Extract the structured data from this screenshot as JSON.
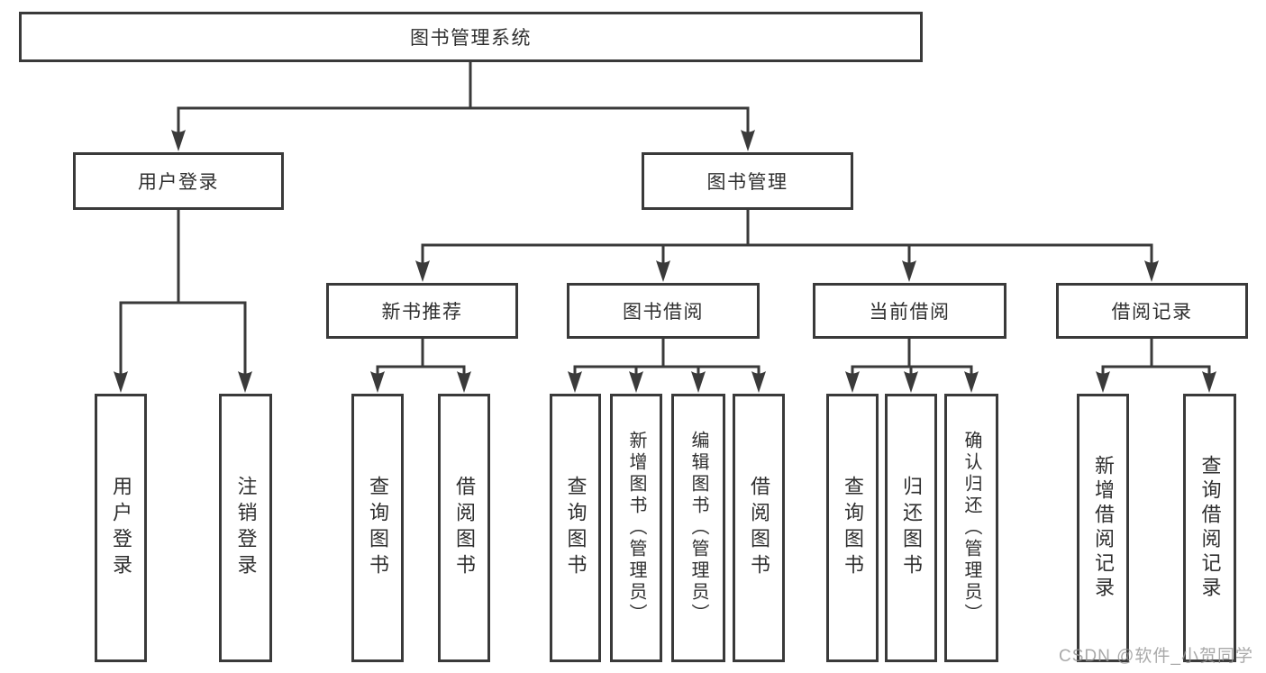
{
  "nodes": {
    "root": {
      "label": "图书管理系统"
    },
    "user_login": {
      "label": "用户登录"
    },
    "book_mgmt": {
      "label": "图书管理"
    },
    "new_book_rec": {
      "label": "新书推荐"
    },
    "book_borrow": {
      "label": "图书借阅"
    },
    "current_borrow": {
      "label": "当前借阅"
    },
    "borrow_record": {
      "label": "借阅记录"
    },
    "leaf_user_login": {
      "label": "用户登录"
    },
    "leaf_logout": {
      "label": "注销登录"
    },
    "leaf_nb_query": {
      "label": "查询图书"
    },
    "leaf_nb_borrow": {
      "label": "借阅图书"
    },
    "leaf_bb_query": {
      "label": "查询图书"
    },
    "leaf_bb_add": {
      "label": "新增图书（管理员）"
    },
    "leaf_bb_edit": {
      "label": "编辑图书（管理员）"
    },
    "leaf_bb_borrow": {
      "label": "借阅图书"
    },
    "leaf_cb_query": {
      "label": "查询图书"
    },
    "leaf_cb_return": {
      "label": "归还图书"
    },
    "leaf_cb_confirm": {
      "label": "确认归还（管理员）"
    },
    "leaf_br_add": {
      "label": "新增借阅记录"
    },
    "leaf_br_query": {
      "label": "查询借阅记录"
    }
  },
  "hierarchy": {
    "root": [
      "user_login",
      "book_mgmt"
    ],
    "user_login": [
      "leaf_user_login",
      "leaf_logout"
    ],
    "book_mgmt": [
      "new_book_rec",
      "book_borrow",
      "current_borrow",
      "borrow_record"
    ],
    "new_book_rec": [
      "leaf_nb_query",
      "leaf_nb_borrow"
    ],
    "book_borrow": [
      "leaf_bb_query",
      "leaf_bb_add",
      "leaf_bb_edit",
      "leaf_bb_borrow"
    ],
    "current_borrow": [
      "leaf_cb_query",
      "leaf_cb_return",
      "leaf_cb_confirm"
    ],
    "borrow_record": [
      "leaf_br_add",
      "leaf_br_query"
    ]
  },
  "colors": {
    "line": "#3a3a3a",
    "text": "#2f2f2f",
    "background": "#ffffff",
    "watermark_gray": "#949494"
  },
  "watermark": "CSDN @软件_小贺同学"
}
